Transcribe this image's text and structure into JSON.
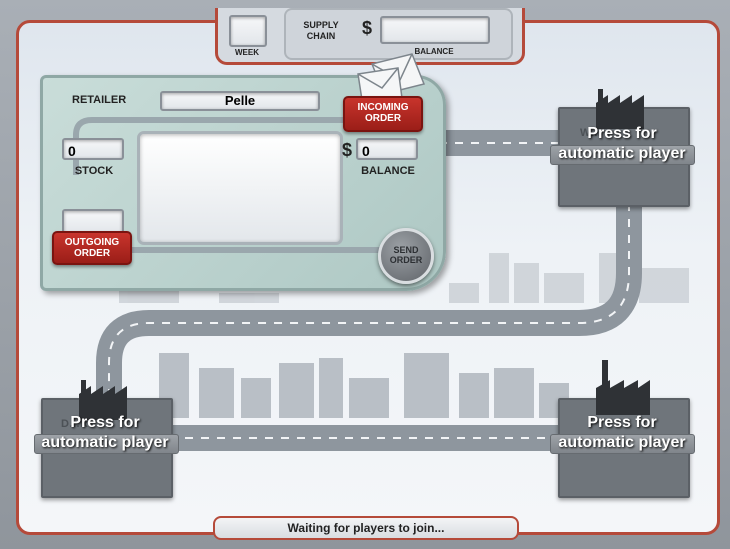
{
  "header": {
    "week_label": "WEEK",
    "week_value": "",
    "supply_chain_label": "SUPPLY CHAIN",
    "currency": "$",
    "balance_value": "",
    "balance_label": "BALANCE"
  },
  "retailer": {
    "role_label": "RETAILER",
    "player_name": "Pelle",
    "incoming_order_label": "INCOMING ORDER",
    "stock_value": "0",
    "stock_label": "STOCK",
    "currency": "$",
    "balance_value": "0",
    "balance_label": "BALANCE",
    "outgoing_order_label": "OUTGOING ORDER",
    "outgoing_order_value": "",
    "send_order_label": "SEND ORDER"
  },
  "players": [
    {
      "role_partial": "W…",
      "auto_label": "Press for automatic player"
    },
    {
      "role_partial": "D…R",
      "auto_label": "Press for automatic player"
    },
    {
      "role_partial": "",
      "auto_label": "Press for automatic player"
    }
  ],
  "status": {
    "message": "Waiting for players to join..."
  },
  "colors": {
    "accent_red": "#b54a3a",
    "button_red": "#b0241e",
    "road": "#8e969e"
  }
}
